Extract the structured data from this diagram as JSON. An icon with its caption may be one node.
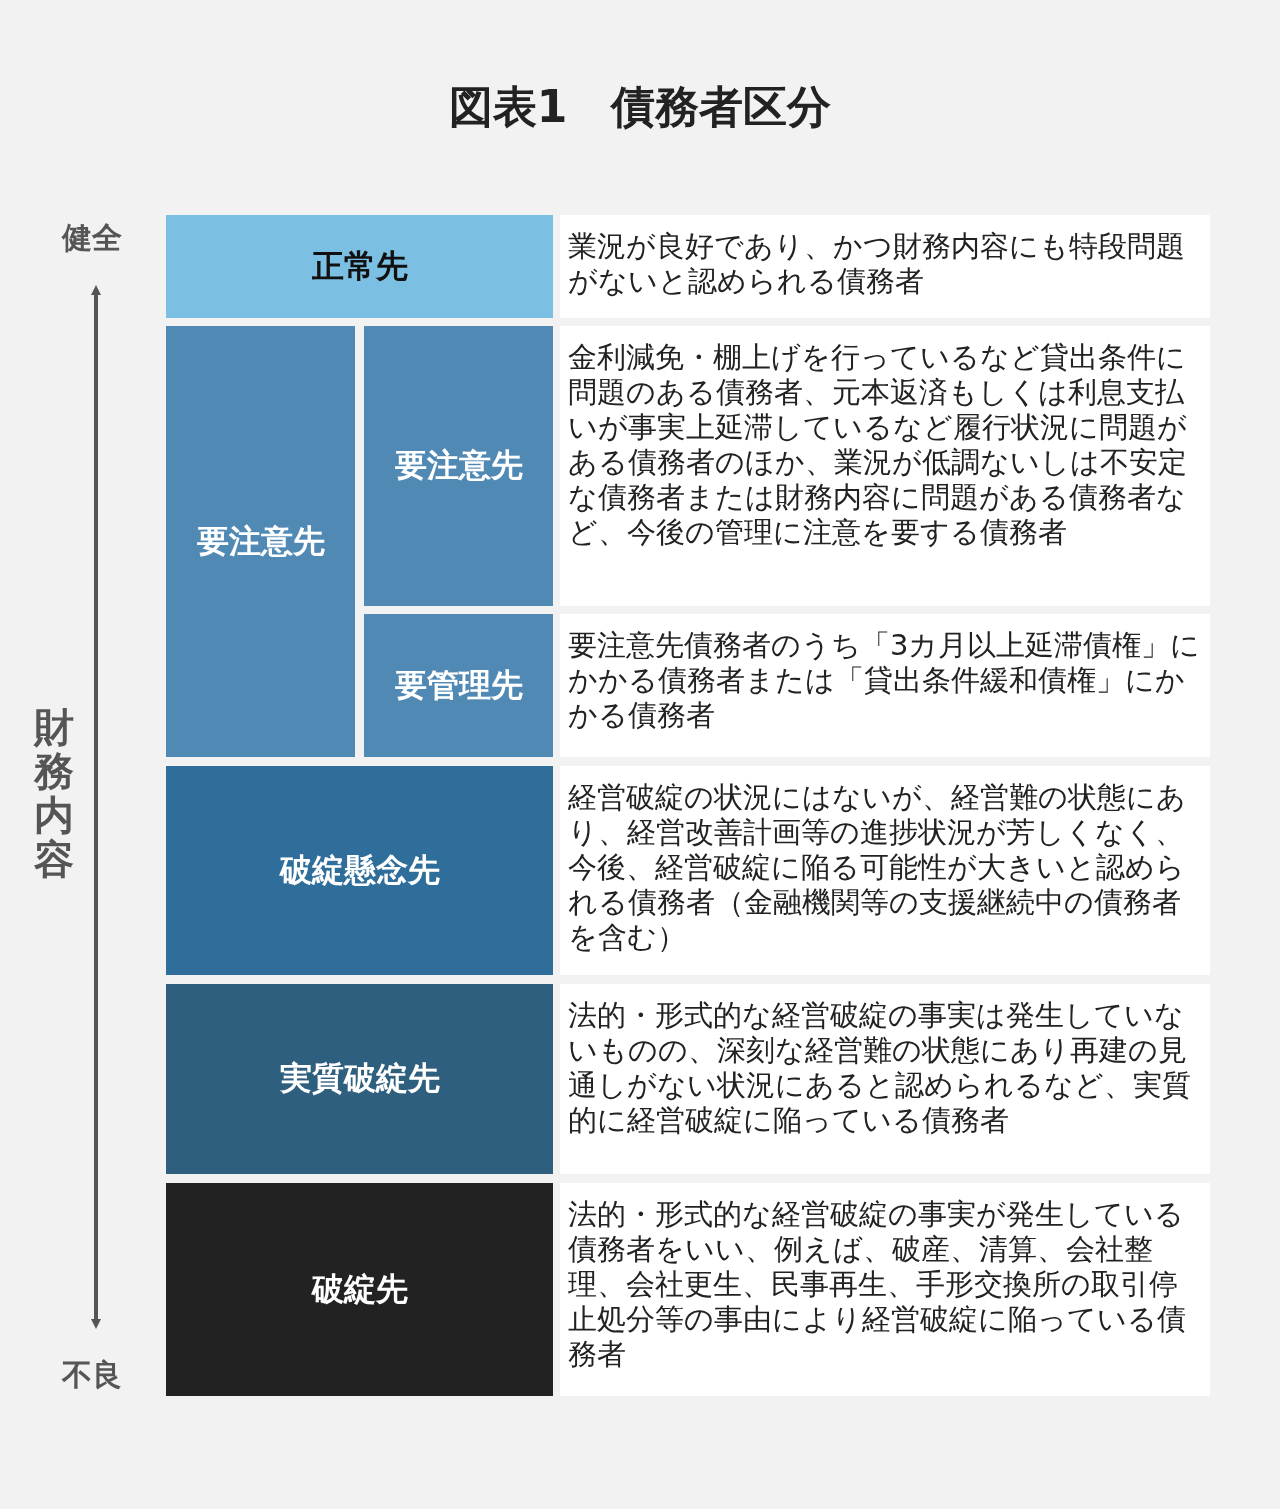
{
  "diagram": {
    "title": "図表1　債務者区分",
    "nodes": [
      {
        "text": [
          "正常先"
        ]
      },
      {
        "text": [
          "業況が良好であり、かつ財務内容にも特段問題がないと認められる債務者"
        ]
      },
      {
        "text": [
          "要注意先"
        ]
      },
      {
        "text": [
          "要注意先"
        ]
      },
      {
        "text": [
          "金利減免・棚上げを行っているなど貸出条件に問題のある債務者、元本返済もしくは利息支払いが事実上延滞しているなど履行状況に問題がある債務者のほか、業況が低調ないしは不安定な債務者または財務内容に問題がある債務者など、今後の管理に注意を要する債務者"
        ]
      },
      {
        "text": [
          "要管理先"
        ]
      },
      {
        "text": [
          "要注意先債務者のうち「3カ月以上延滞債権」にかかる債務者または「貸出条件緩和債権」にかかる債務者"
        ]
      },
      {
        "text": [
          "破綻懸念先"
        ]
      },
      {
        "text": [
          "経営破綻の状況にはないが、経営難の状態にあり、経営改善計画等の進捗状況が芳しくなく、今後、経営破綻に陥る可能性が大きいと認められる債務者（金融機関等の支援継続中の債務者を含む）"
        ]
      },
      {
        "text": [
          "実質破綻先"
        ]
      },
      {
        "text": [
          "法的・形式的な経営破綻の事実は発生していないものの、深刻な経営難の状態にあり再建の見通しがない状況にあると認められるなど、実質的に経営破綻に陥っている債務者"
        ]
      },
      {
        "text": [
          "破綻先"
        ]
      },
      {
        "text": [
          "法的・形式的な経営破綻の事実が発生している債務者をいい、例えば、破産、清算、会社整理、会社更生、民事再生、手形交換所の取引停止処分等の事由により経営破綻に陥っている債務者"
        ]
      }
    ],
    "labels": [
      "健全",
      "財務内容",
      "不良"
    ]
  }
}
